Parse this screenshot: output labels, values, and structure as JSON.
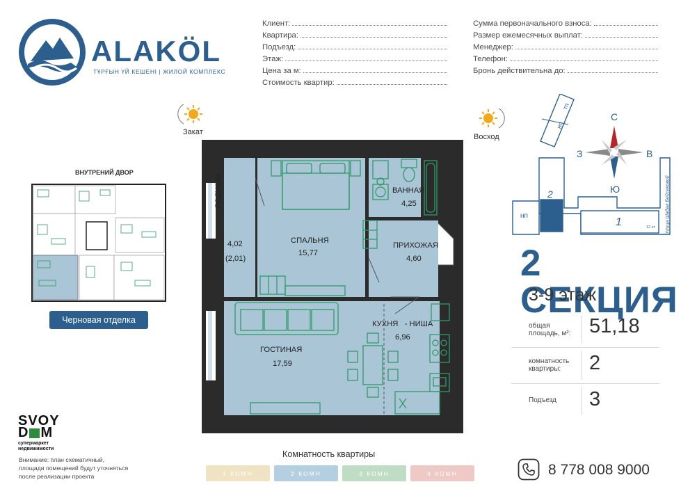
{
  "brand": {
    "name": "ALAKÖL",
    "subtitle": "ТҰРҒЫН ҮЙ КЕШЕНІ | ЖИЛОЙ КОМПЛЕКС"
  },
  "form_left": [
    {
      "label": "Клиент:"
    },
    {
      "label": "Квартира:"
    },
    {
      "label": "Подъезд:"
    },
    {
      "label": "Этаж:"
    },
    {
      "label": "Цена за м:"
    },
    {
      "label": "Стоимость квартир:"
    }
  ],
  "form_right": [
    {
      "label": "Сумма первоначального взноса:"
    },
    {
      "label": "Размер ежемесячных выплат:"
    },
    {
      "label": "Менеджер:"
    },
    {
      "label": "Телефон:"
    },
    {
      "label": "Бронь действительна до:"
    }
  ],
  "sun": {
    "sunset": "Закат",
    "sunrise": "Восход"
  },
  "courtyard_label": "ВНУТРЕНИЙ ДВОР",
  "finish_label": "Черновая отделка",
  "rooms": {
    "loggia": {
      "name": "ЛОДЖИЯ",
      "area": "4,02",
      "area2": "(2,01)"
    },
    "bedroom": {
      "name": "СПАЛЬНЯ",
      "area": "15,77"
    },
    "bathroom": {
      "name": "ВАННАЯ",
      "area": "4,25"
    },
    "hallway": {
      "name": "ПРИХОЖАЯ",
      "area": "4,60"
    },
    "kitchen": {
      "name": "КУХНЯ   - НИША",
      "area": "6,96"
    },
    "living": {
      "name": "ГОСТИНАЯ",
      "area": "17,59"
    }
  },
  "compass": {
    "n": "С",
    "s": "Ю",
    "w": "З",
    "e": "В"
  },
  "siteplan": {
    "tp": "тп",
    "np_top": "нп",
    "np_left": "нп",
    "sec2": "2",
    "sec1": "1",
    "street": "Улица Шабал Бейсековой",
    "floors": "12 эт"
  },
  "section": {
    "title": "2 СЕКЦИЯ",
    "floors": "3-9 этаж"
  },
  "stats": [
    {
      "label1": "общая",
      "label2": "площадь, м²:",
      "value": "51,18"
    },
    {
      "label1": "комнатность",
      "label2": "квартиры:",
      "value": "2"
    },
    {
      "label1": "Подъезд",
      "label2": "",
      "value": "3"
    }
  ],
  "legend": {
    "title": "Комнатность квартиры",
    "chips": [
      {
        "label": "1 КОМН",
        "color": "#efe3c4"
      },
      {
        "label": "2 КОМН",
        "color": "#b4cfdf"
      },
      {
        "label": "3 КОМН",
        "color": "#bfdcc4"
      },
      {
        "label": "4 КОМН",
        "color": "#efc9c6"
      }
    ]
  },
  "phone": "8 778 008 9000",
  "svoy": {
    "line1": "SVOY",
    "line2": "D⬛M",
    "sub1": "супермаркет",
    "sub2": "недвижимости"
  },
  "note": {
    "l1": "Внимание: план схематичный,",
    "l2": "площади помещений будут уточняться",
    "l3": "после реализации проекта"
  },
  "colors": {
    "primary": "#2c5f8e",
    "room_fill": "#a9c5d6",
    "wall": "#2b2b2b",
    "furniture": "#2f9a6a",
    "sun": "#f2a81d"
  }
}
